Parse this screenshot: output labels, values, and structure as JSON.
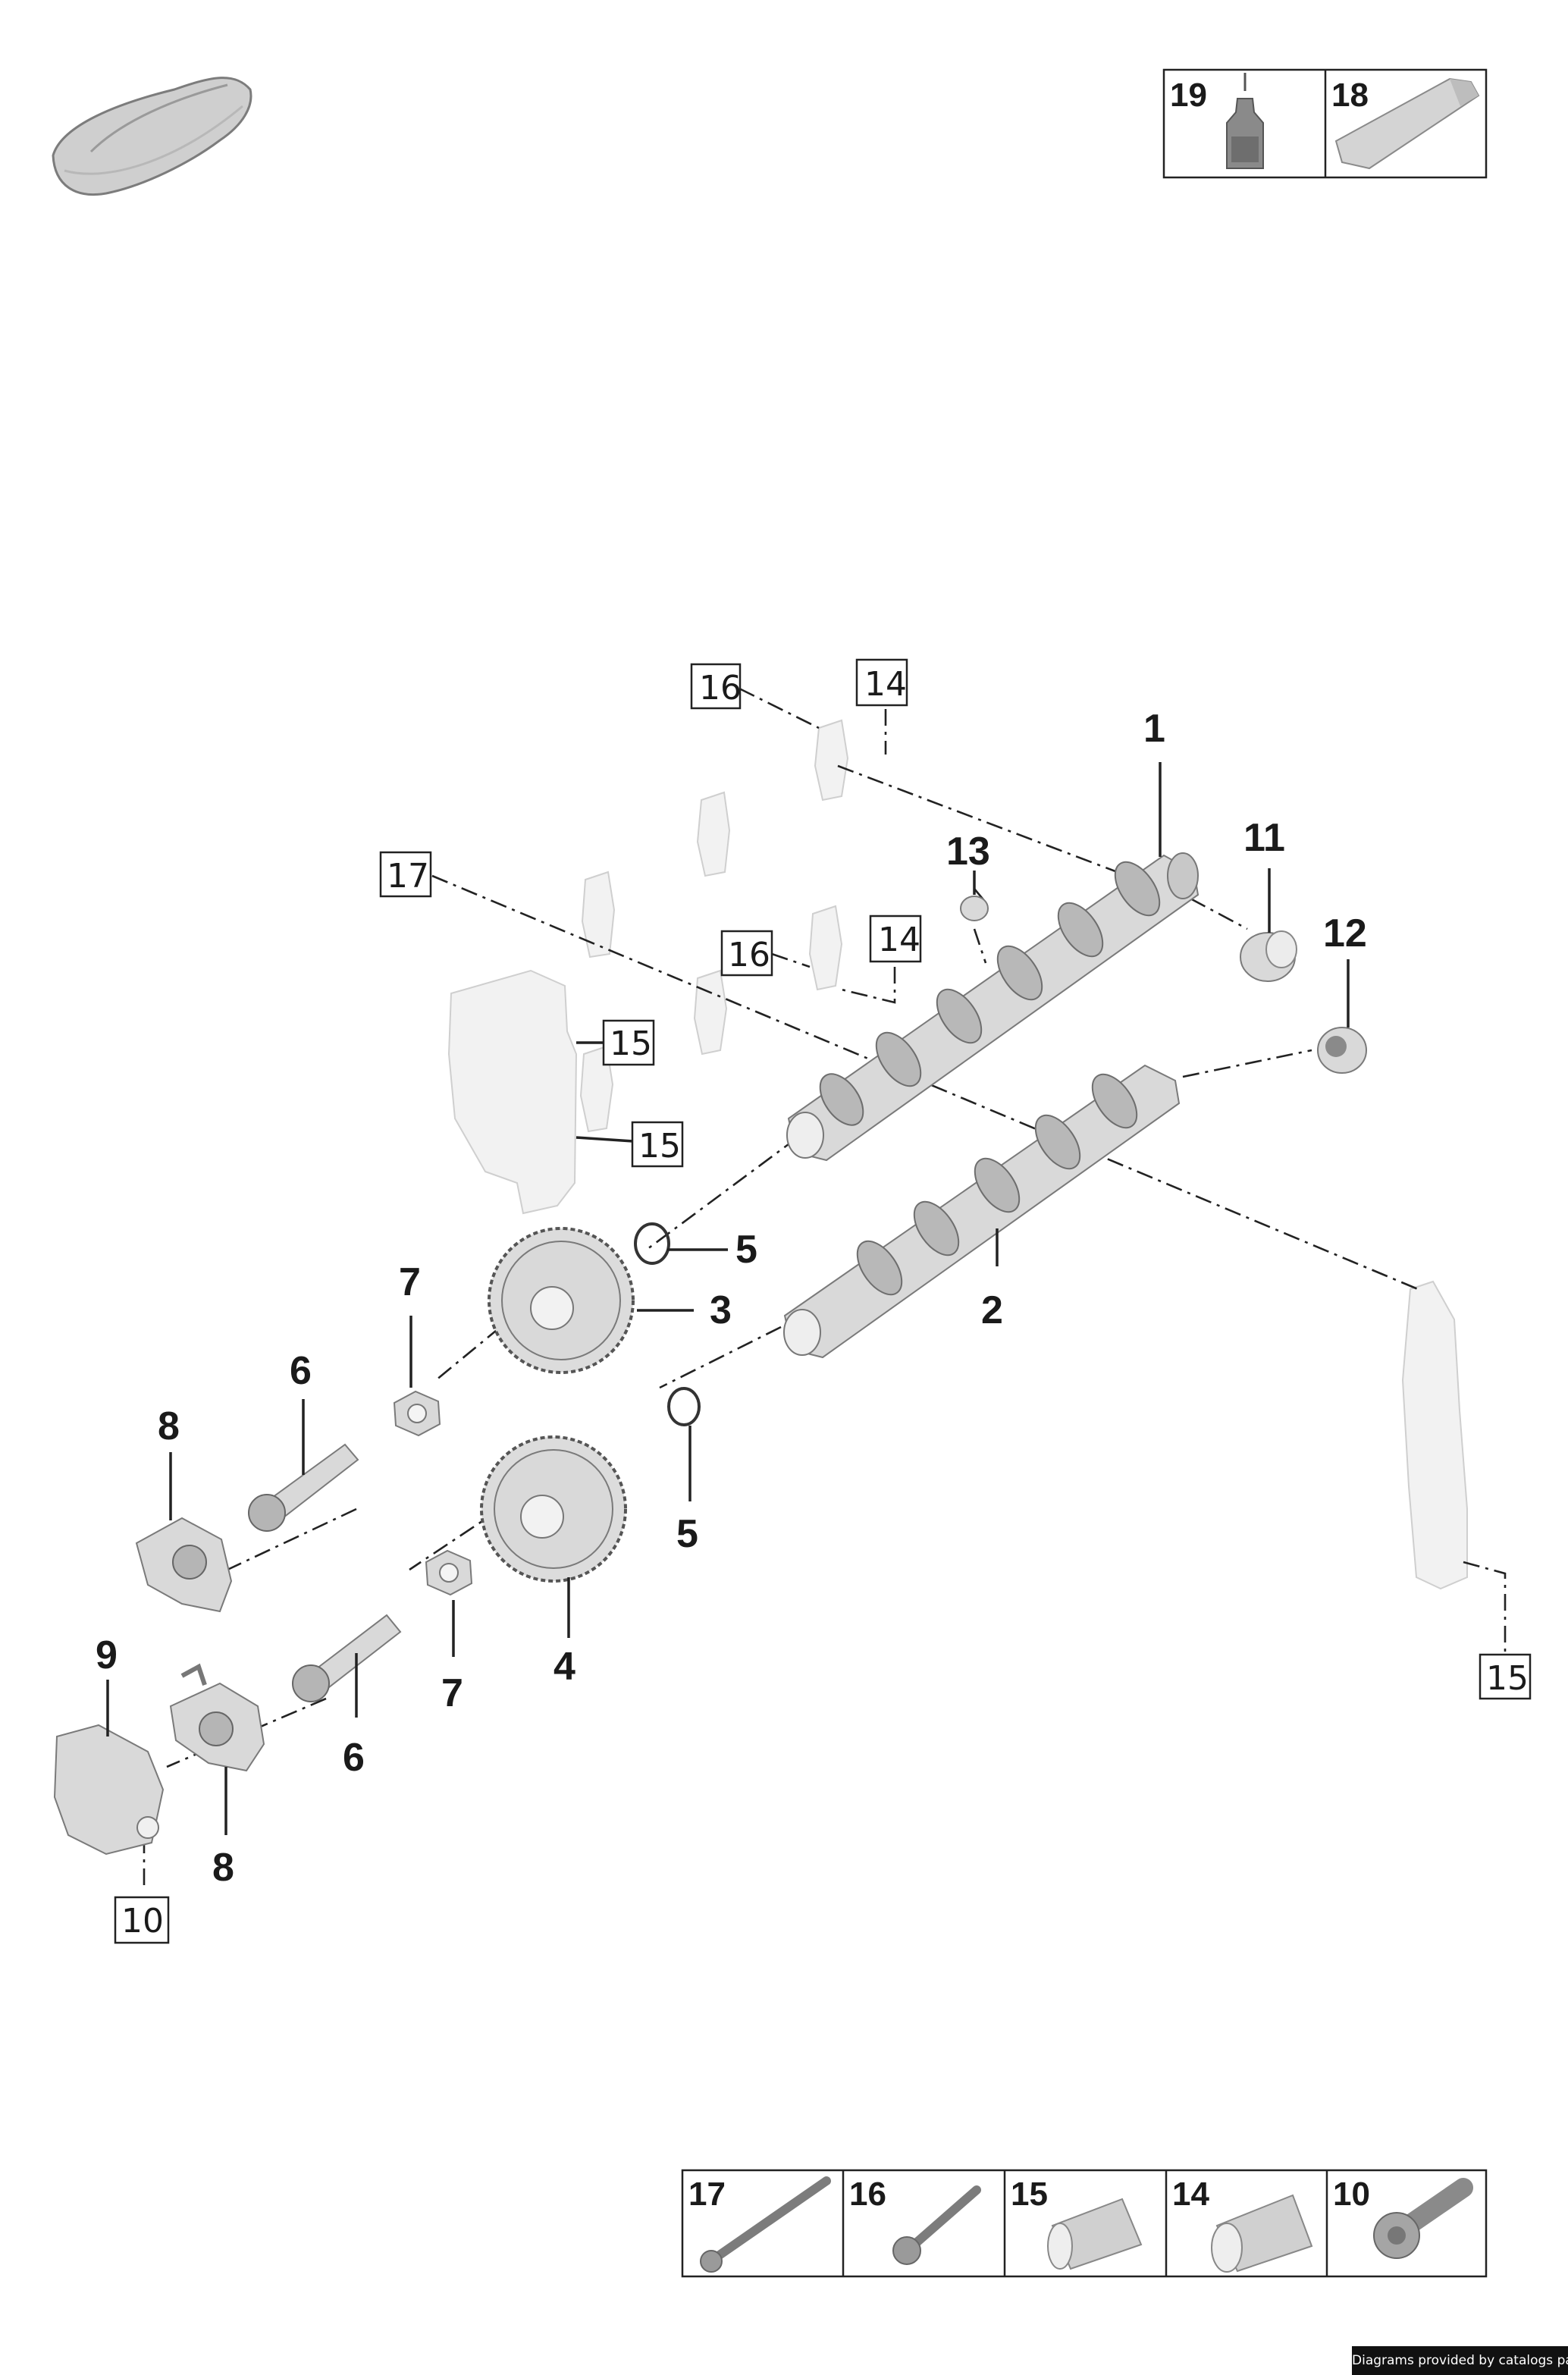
{
  "callouts": {
    "c1": "1",
    "c2": "2",
    "c3": "3",
    "c4": "4",
    "c5a": "5",
    "c5b": "5",
    "c6a": "6",
    "c6b": "6",
    "c7a": "7",
    "c7b": "7",
    "c8a": "8",
    "c8b": "8",
    "c9": "9",
    "c11": "11",
    "c12": "12",
    "c13": "13"
  },
  "boxed_refs": {
    "b16a": "16",
    "b14a": "14",
    "b17": "17",
    "b16b": "16",
    "b14b": "14",
    "b15a": "15",
    "b15b": "15",
    "b15c": "15",
    "b10": "10"
  },
  "legend_top": [
    "19",
    "18"
  ],
  "legend_bottom": [
    "17",
    "16",
    "15",
    "14",
    "10"
  ],
  "credit": "Diagrams provided by catalogs parts"
}
